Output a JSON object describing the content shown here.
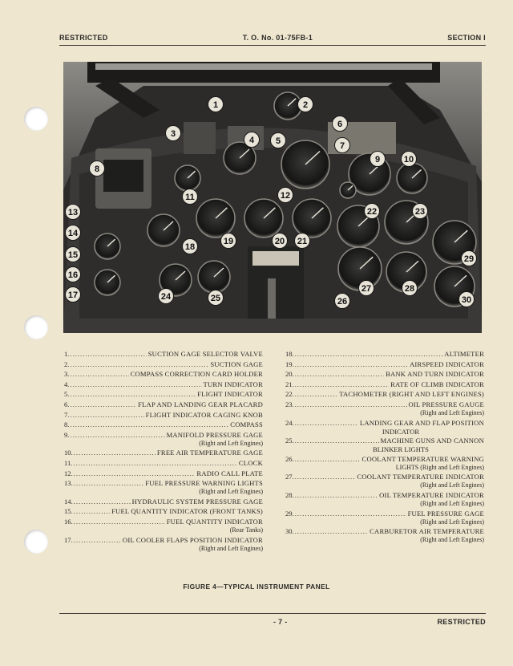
{
  "header": {
    "left": "RESTRICTED",
    "center": "T. O. No. 01-75FB-1",
    "right": "SECTION I"
  },
  "legend": {
    "left": [
      {
        "num": "1",
        "label": "SUCTION GAGE SELECTOR VALVE",
        "sub": ""
      },
      {
        "num": "2",
        "label": "SUCTION GAGE",
        "sub": ""
      },
      {
        "num": "3",
        "label": "COMPASS CORRECTION CARD HOLDER",
        "sub": ""
      },
      {
        "num": "4",
        "label": "TURN INDICATOR",
        "sub": ""
      },
      {
        "num": "5",
        "label": "FLIGHT INDICATOR",
        "sub": ""
      },
      {
        "num": "6",
        "label": "FLAP AND LANDING GEAR PLACARD",
        "sub": ""
      },
      {
        "num": "7",
        "label": "FLIGHT INDICATOR CAGING KNOB",
        "sub": ""
      },
      {
        "num": "8",
        "label": "COMPASS",
        "sub": ""
      },
      {
        "num": "9",
        "label": "MANIFOLD PRESSURE GAGE",
        "sub": "(Right and Left Engines)"
      },
      {
        "num": "10",
        "label": "FREE AIR TEMPERATURE GAGE",
        "sub": ""
      },
      {
        "num": "11",
        "label": "CLOCK",
        "sub": ""
      },
      {
        "num": "12",
        "label": "RADIO CALL PLATE",
        "sub": ""
      },
      {
        "num": "13",
        "label": "FUEL PRESSURE WARNING LIGHTS",
        "sub": "(Right and Left Engines)"
      },
      {
        "num": "14",
        "label": "HYDRAULIC SYSTEM PRESSURE GAGE",
        "sub": ""
      },
      {
        "num": "15",
        "label": "FUEL QUANTITY INDICATOR (Front Tanks)",
        "sub": ""
      },
      {
        "num": "16",
        "label": "FUEL QUANTITY INDICATOR",
        "sub": "(Rear Tanks)"
      },
      {
        "num": "17",
        "label": "OIL COOLER FLAPS POSITION INDICATOR",
        "sub": "(Right and Left Engines)"
      }
    ],
    "right": [
      {
        "num": "18",
        "label": "ALTIMETER",
        "sub": ""
      },
      {
        "num": "19",
        "label": "AIRSPEED INDICATOR",
        "sub": ""
      },
      {
        "num": "20",
        "label": "BANK AND TURN INDICATOR",
        "sub": ""
      },
      {
        "num": "21",
        "label": "RATE OF CLIMB INDICATOR",
        "sub": ""
      },
      {
        "num": "22",
        "label": "TACHOMETER (Right and Left Engines)",
        "sub": ""
      },
      {
        "num": "23",
        "label": "OIL PRESSURE GAUGE",
        "sub": "(Right and Left Engines)"
      },
      {
        "num": "24",
        "label": "LANDING GEAR AND FLAP POSITION",
        "sub": "INDICATOR"
      },
      {
        "num": "25",
        "label": "MACHINE GUNS AND CANNON",
        "sub": "BLINKER LIGHTS"
      },
      {
        "num": "26",
        "label": "COOLANT TEMPERATURE WARNING",
        "sub": "LIGHTS (Right and Left Engines)"
      },
      {
        "num": "27",
        "label": "COOLANT TEMPERATURE INDICATOR",
        "sub": "(Right and Left Engines)"
      },
      {
        "num": "28",
        "label": "OIL TEMPERATURE INDICATOR",
        "sub": "(Right and Left Engines)"
      },
      {
        "num": "29",
        "label": "FUEL PRESSURE GAGE",
        "sub": "(Right and Left Engines)"
      },
      {
        "num": "30",
        "label": "CARBURETOR AIR TEMPERATURE",
        "sub": "(Right and Left Engines)"
      }
    ]
  },
  "caption": "FIGURE 4—TYPICAL INSTRUMENT PANEL",
  "footer": {
    "center": "- 7 -",
    "right": "RESTRICTED"
  },
  "photo": {
    "callouts": [
      "1",
      "2",
      "3",
      "4",
      "5",
      "6",
      "7",
      "8",
      "9",
      "10",
      "11",
      "12",
      "13",
      "14",
      "15",
      "16",
      "17",
      "18",
      "19",
      "20",
      "21",
      "22",
      "23",
      "24",
      "25",
      "26",
      "27",
      "28",
      "29",
      "30"
    ]
  }
}
